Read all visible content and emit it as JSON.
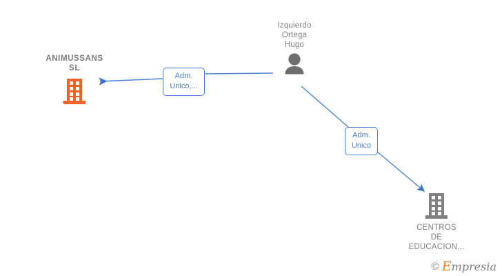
{
  "graph": {
    "background": "#ffffff",
    "nodes": [
      {
        "id": "animussans",
        "label": "ANIMUSSANS\nSL",
        "icon": "building-icon",
        "icon_color": "#f4622a",
        "type": "company",
        "highlighted": true
      },
      {
        "id": "person",
        "label": "Izquierdo\nOrtega\nHugo",
        "icon": "person-icon",
        "icon_color": "#6e6e6e",
        "type": "person",
        "highlighted": false
      },
      {
        "id": "centros",
        "label": "CENTROS\nDE\nEDUCACION...",
        "icon": "building-icon",
        "icon_color": "#808080",
        "type": "company",
        "highlighted": false
      }
    ],
    "edges": [
      {
        "id": "edge-1",
        "from": "person",
        "to": "animussans",
        "label": "Adm.\nUnico,...",
        "color": "#4a7fd4"
      },
      {
        "id": "edge-2",
        "from": "person",
        "to": "centros",
        "label": "Adm.\nUnico",
        "color": "#4a7fd4"
      }
    ]
  },
  "watermark": {
    "copyright": "©",
    "brand_cap": "E",
    "brand_rest": "mpresia",
    "accent_color": "#f07d22"
  }
}
